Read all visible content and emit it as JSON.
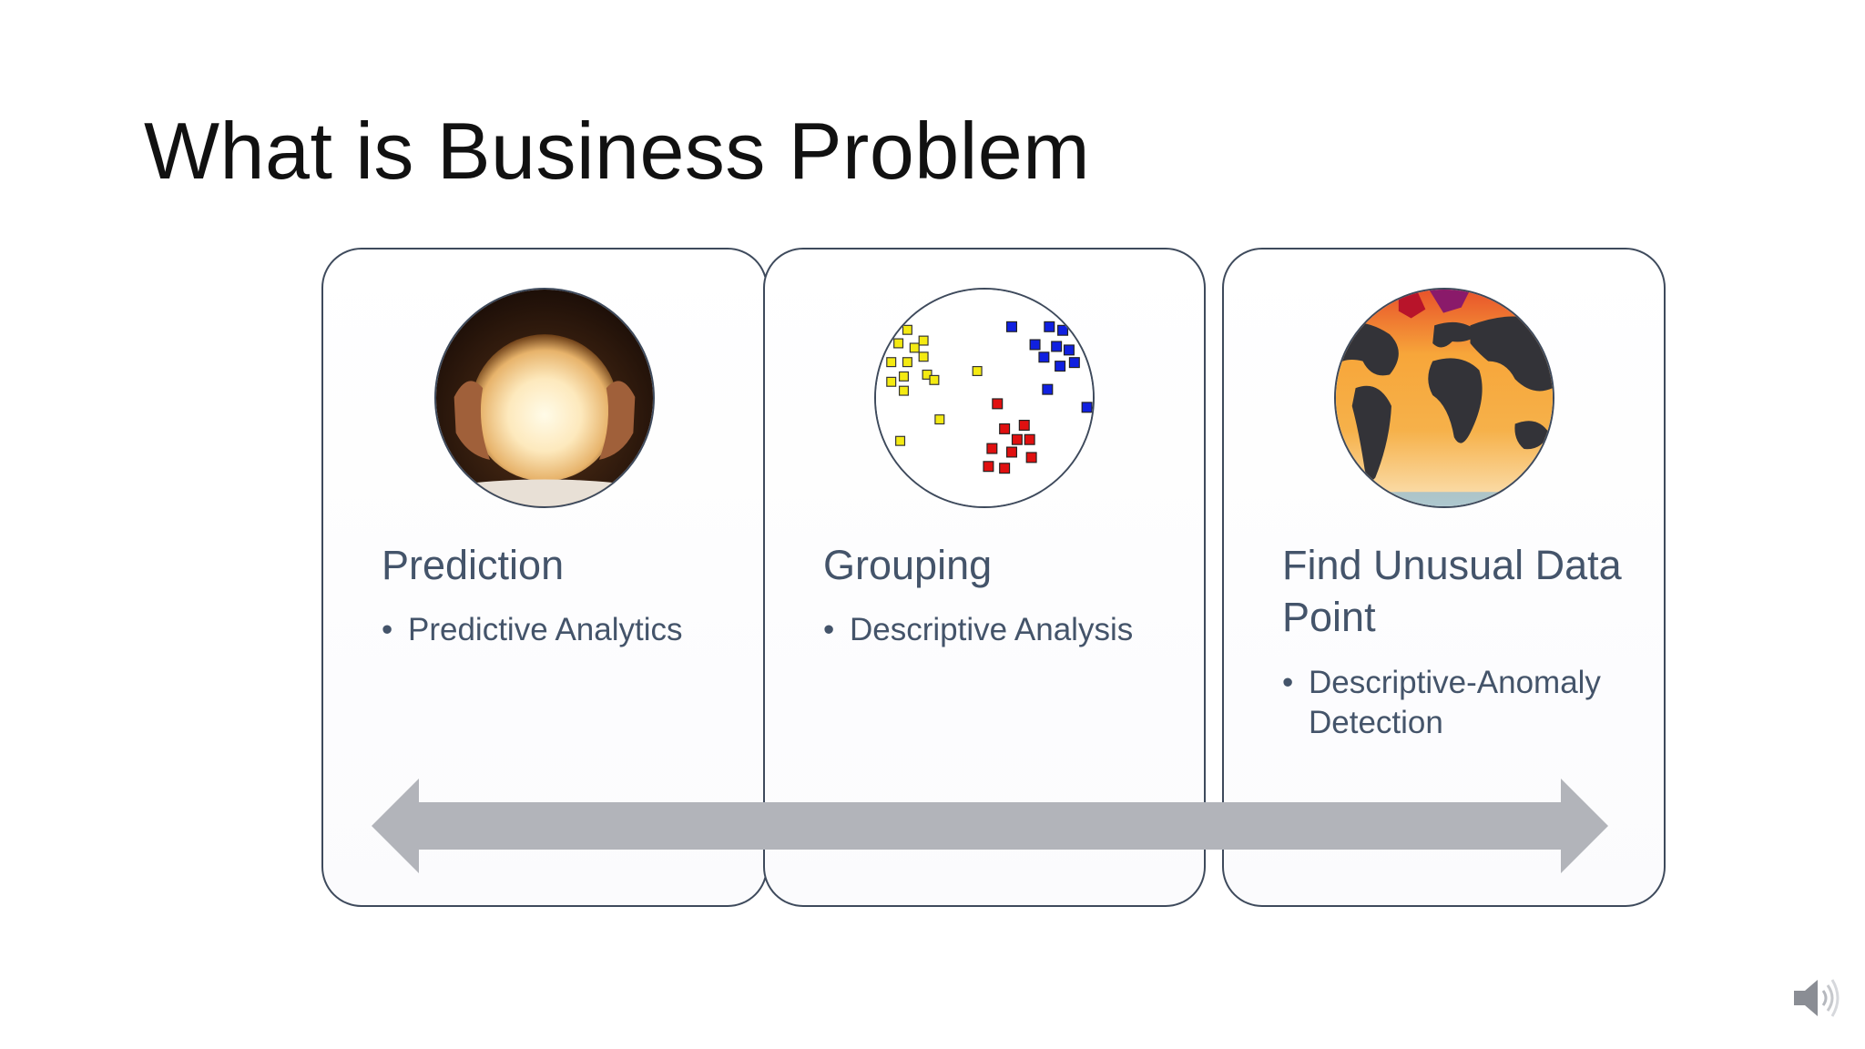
{
  "slide": {
    "title": "What is Business Problem",
    "cards": [
      {
        "heading": "Prediction",
        "bullet": "Predictive Analytics",
        "image_icon": "crystal-ball"
      },
      {
        "heading": "Grouping",
        "bullet": "Descriptive Analysis",
        "image_icon": "cluster-scatter"
      },
      {
        "heading": "Find Unusual Data Point",
        "bullet": "Descriptive-Anomaly Detection",
        "image_icon": "world-heat-map"
      }
    ],
    "bullet_char": "•",
    "arrow_icon": "double-arrow",
    "audio_icon": "speaker-icon"
  },
  "colors": {
    "text_dark": "#111111",
    "text_slate": "#44546a",
    "card_border": "#3e4a5c",
    "arrow": "#b2b4ba"
  }
}
